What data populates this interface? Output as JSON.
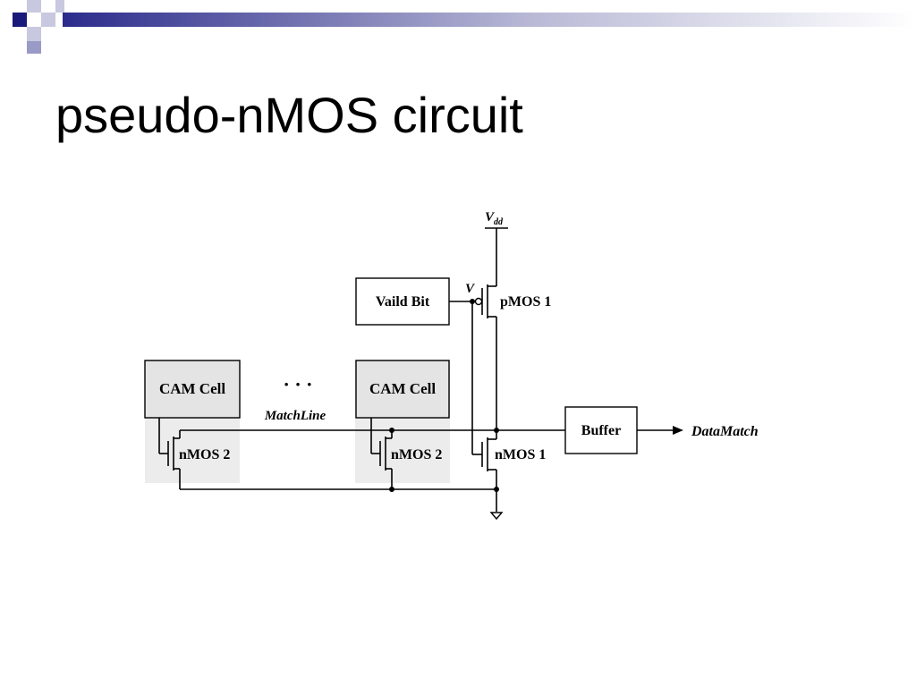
{
  "slide": {
    "title": "pseudo-nMOS circuit",
    "accent_color": "#1a1a7a",
    "band_color": "#2b2b8c"
  },
  "diagram": {
    "vdd_main": "V",
    "vdd_sub": "dd",
    "valid_bit_label": "Vaild Bit",
    "v_label": "V",
    "pmos1_label": "pMOS 1",
    "cam_cell_1_label": "CAM Cell",
    "cam_cell_2_label": "CAM Cell",
    "ellipsis": "·  ·  ·",
    "matchline_label": "MatchLine",
    "nmos2_a_label": "nMOS 2",
    "nmos2_b_label": "nMOS 2",
    "nmos1_label": "nMOS 1",
    "buffer_label": "Buffer",
    "datamatch_label": "DataMatch"
  }
}
